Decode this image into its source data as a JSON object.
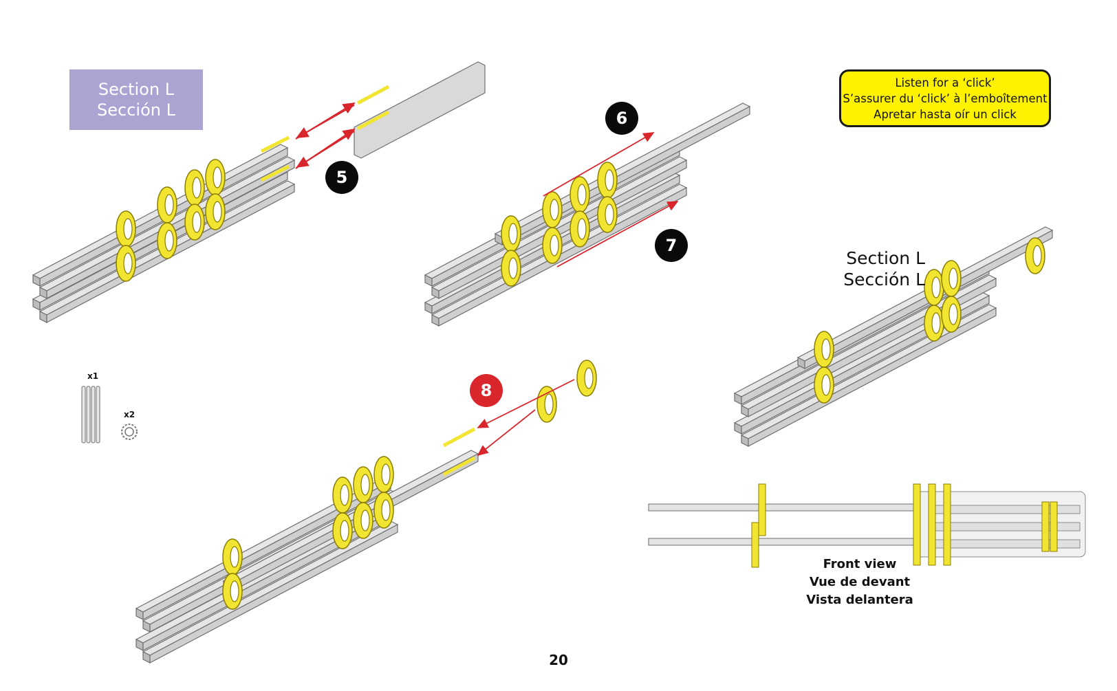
{
  "section_box": {
    "line1": "Section L",
    "line2": "Sección L",
    "bg": "#a9a4d2"
  },
  "click_note": {
    "line1": "Listen for a ‘click’",
    "line2": "S’assurer du ‘click’ à l’emboîtement",
    "line3": "Apretar hasta oír un click",
    "bg": "#fff200"
  },
  "steps": {
    "s5": "5",
    "s6": "6",
    "s7": "7",
    "s8": "8"
  },
  "section_label": {
    "line1": "Section L",
    "line2": "Sección L"
  },
  "parts": {
    "rail_qty": "x1",
    "ring_qty": "x2"
  },
  "front_view": {
    "line1": "Front view",
    "line2": "Vue de devant",
    "line3": "Vista delantera"
  },
  "page_number": "20",
  "colors": {
    "rail": "#c8c8c8",
    "ring": "#f2e532",
    "arrow": "#d9262c",
    "step_black": "#0a0a0a",
    "step_red": "#d9262c"
  }
}
